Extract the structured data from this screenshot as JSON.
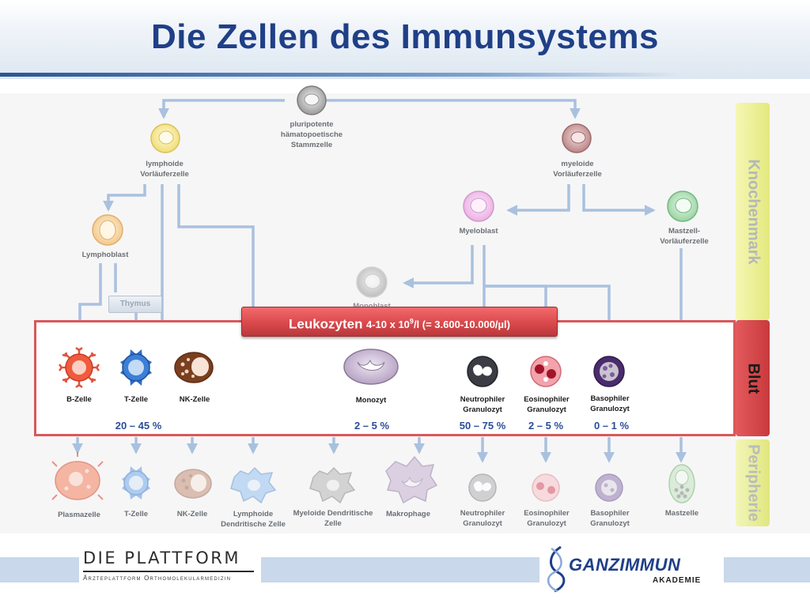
{
  "title": "Die Zellen des Immunsystems",
  "stem_cell": "pluripotente hämatopoetische Stammzelle",
  "lymphoid": "lymphoide Vorläuferzelle",
  "myeloid": "myeloide Vorläuferzelle",
  "lymphoblast": "Lymphoblast",
  "myeloblast": "Myeloblast",
  "mast_progenitor": "Mastzell- Vorläuferzelle",
  "monoblast_partial": "Monoblast",
  "thymus": "Thymus",
  "leukozyten": {
    "main": "Leukozyten",
    "sub_pre": "4-10 x 10",
    "sub_exp": "9",
    "sub_post": "/l (= 3.600-10.000/µl)"
  },
  "blood_cells": {
    "b_cell": "B-Zelle",
    "t_cell": "T-Zelle",
    "nk_cell": "NK-Zelle",
    "monocyte": "Monozyt",
    "neutrophil": "Neutrophiler Granulozyt",
    "eosinophil": "Eosinophiler Granulozyt",
    "basophil": "Basophiler Granulozyt"
  },
  "percentages": {
    "lymph": "20 – 45 %",
    "mono": "2 – 5 %",
    "neutro": "50 – 75 %",
    "eosino": "2 – 5 %",
    "baso": "0 – 1 %"
  },
  "periphery_cells": {
    "plasma": "Plasmazelle",
    "t_cell": "T-Zelle",
    "nk_cell": "NK-Zelle",
    "lymph_dc": "Lymphoide Dendritische Zelle",
    "myelo_dc": "Myeloide Dendritische Zelle",
    "macrophage": "Makrophage",
    "neutrophil": "Neutrophiler Granulozyt",
    "eosinophil": "Eosinophiler Granulozyt",
    "basophil": "Basophiler Granulozyt",
    "mast": "Mastzelle"
  },
  "side_labels": {
    "bone_marrow": "Knochenmark",
    "blood": "Blut",
    "periphery": "Peripherie"
  },
  "logos": {
    "plattform_main": "DIE PLATTFORM",
    "plattform_sub": "Ärzteplattform Orthomolekularmedizin",
    "ganz_text": "GANZIMMUN",
    "ganz_sub": "AKADEMIE"
  },
  "colors": {
    "title": "#1f3f87",
    "blood_border": "#d9585a",
    "arrow": "#a9c1de",
    "percent": "#2b4d9a",
    "bone_marrow_band": "#e4e87f",
    "blood_band": "#c8393c"
  }
}
